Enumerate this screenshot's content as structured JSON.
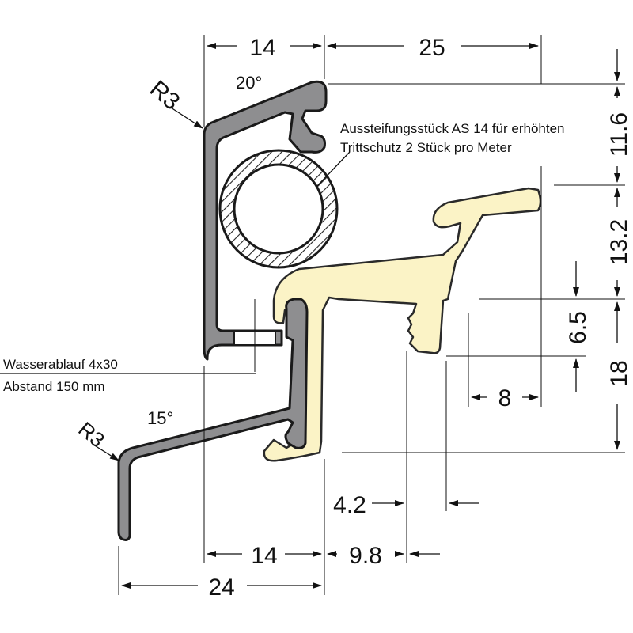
{
  "dimensions": {
    "top_14": "14",
    "top_25": "25",
    "right_11_6": "11.6",
    "right_13_2": "13.2",
    "right_6_5": "6.5",
    "right_18": "18",
    "mid_8": "8",
    "mid_4_2": "4.2",
    "bottom_14": "14",
    "bottom_9_8": "9.8",
    "bottom_24": "24"
  },
  "annotations": {
    "radius_top": "R3",
    "radius_bottom": "R3",
    "angle_top": "20°",
    "angle_bottom": "15°",
    "stiffener_line1": "Aussteifungsstück AS 14 für erhöhten",
    "stiffener_line2": "Trittschutz 2 Stück pro Meter",
    "drain_line1": "Wasserablauf 4x30",
    "drain_line2": "Abstand 150 mm"
  }
}
